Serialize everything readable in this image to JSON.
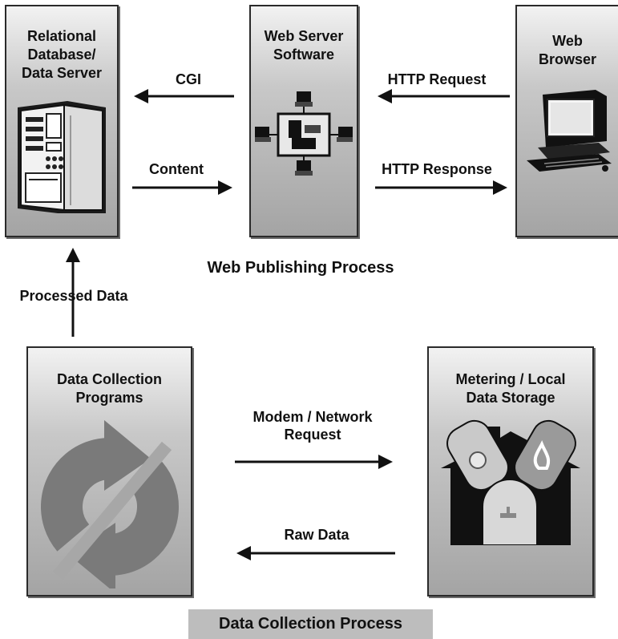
{
  "diagram": {
    "nodes": {
      "database": {
        "title": "Relational\nDatabase/\nData Server"
      },
      "web_server": {
        "title": "Web Server\nSoftware"
      },
      "browser": {
        "title": "Web\nBrowser"
      },
      "collection": {
        "title": "Data Collection\nPrograms"
      },
      "metering": {
        "title": "Metering / Local\nData Storage"
      }
    },
    "edges": {
      "cgi": "CGI",
      "content": "Content",
      "http_request": "HTTP Request",
      "http_response": "HTTP Response",
      "processed_data": "Processed Data",
      "modem_request": "Modem / Network\nRequest",
      "raw_data": "Raw Data"
    },
    "sections": {
      "web_publishing": "Web Publishing Process",
      "data_collection": "Data Collection Process"
    }
  }
}
